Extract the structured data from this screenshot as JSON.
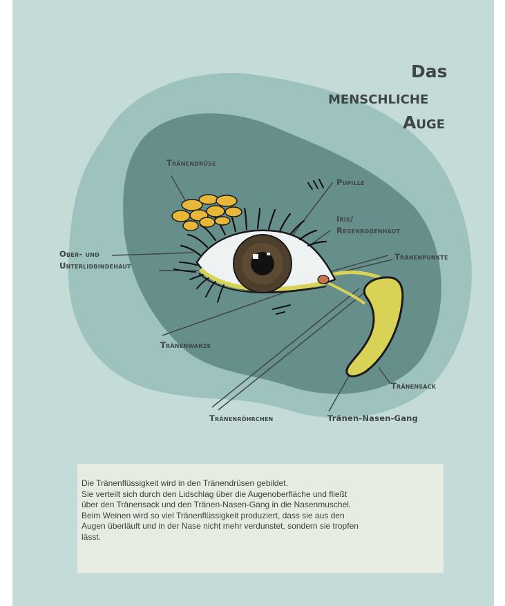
{
  "title": {
    "line1": "Das",
    "line2": "menschliche",
    "line3": "Auge"
  },
  "labels": {
    "traenendruese": "Tränendrüse",
    "pupille": "Pupille",
    "iris_line1": "Iris/",
    "iris_line2": "Regenbogenhaut",
    "oberlid_line1": "Ober- und",
    "oberlid_line2": "Unterlidbindehaut",
    "traenenpunkte": "Tränenpunkte",
    "traenenwarze": "Tränenwarze",
    "traenensack": "Tränensack",
    "traenenroehrchen": "Tränenröhrchen",
    "traenen_nasen_gang": "Tränen-Nasen-Gang"
  },
  "caption": {
    "lines": [
      "Die Tränenflüssigkeit wird in den Tränendrüsen gebildet.",
      "Sie verteilt sich durch den Lidschlag über die Augenoberfläche und fließt",
      "über den Tränensack und den Tränen-Nasen-Gang in die Nasenmuschel.",
      "Beim Weinen wird so viel Tränenflüssigkeit produziert, dass sie aus den",
      "Augen überläuft und in der Nase nicht mehr verdunstet, sondern sie tropfen",
      "lässt."
    ]
  },
  "colors": {
    "background": "#c5dbd8",
    "blob_outer": "#9ec2bd",
    "blob_inner": "#668f8c",
    "gland": "#e7b73a",
    "tear_sac": "#d8d356",
    "iris": "#4e3f2d",
    "text": "#3e4646",
    "caption_box": "#e7ece1"
  }
}
